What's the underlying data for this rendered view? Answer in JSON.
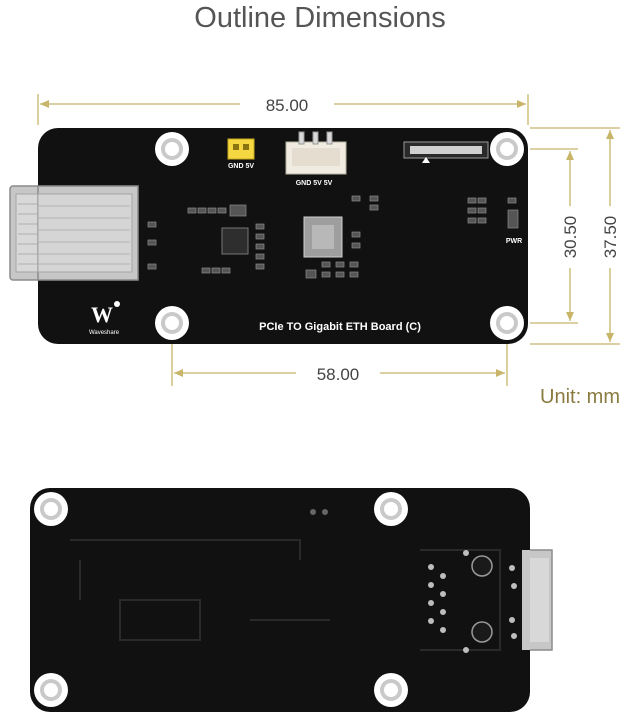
{
  "title": "Outline Dimensions",
  "unit_label": "Unit: mm",
  "dimensions": {
    "width_overall": "85.00",
    "hole_spacing_x": "58.00",
    "hole_spacing_y": "30.50",
    "height_overall": "37.50"
  },
  "board": {
    "name_label": "PCIe TO Gigabit ETH Board (C)",
    "brand": "Waveshare",
    "brand_mark": "W",
    "header_label": "GND 5V",
    "connector_label": "GND 5V 5V",
    "pwr_label": "PWR"
  },
  "colors": {
    "pcb": "#111111",
    "dimension_line": "#c8b56a",
    "hole_outer": "#ffffff",
    "hole_ring": "#c9c9c9",
    "header": "#f5d742",
    "rj45_metal": "#c7c7c7"
  },
  "icons": [
    "waveshare-logo-icon"
  ]
}
